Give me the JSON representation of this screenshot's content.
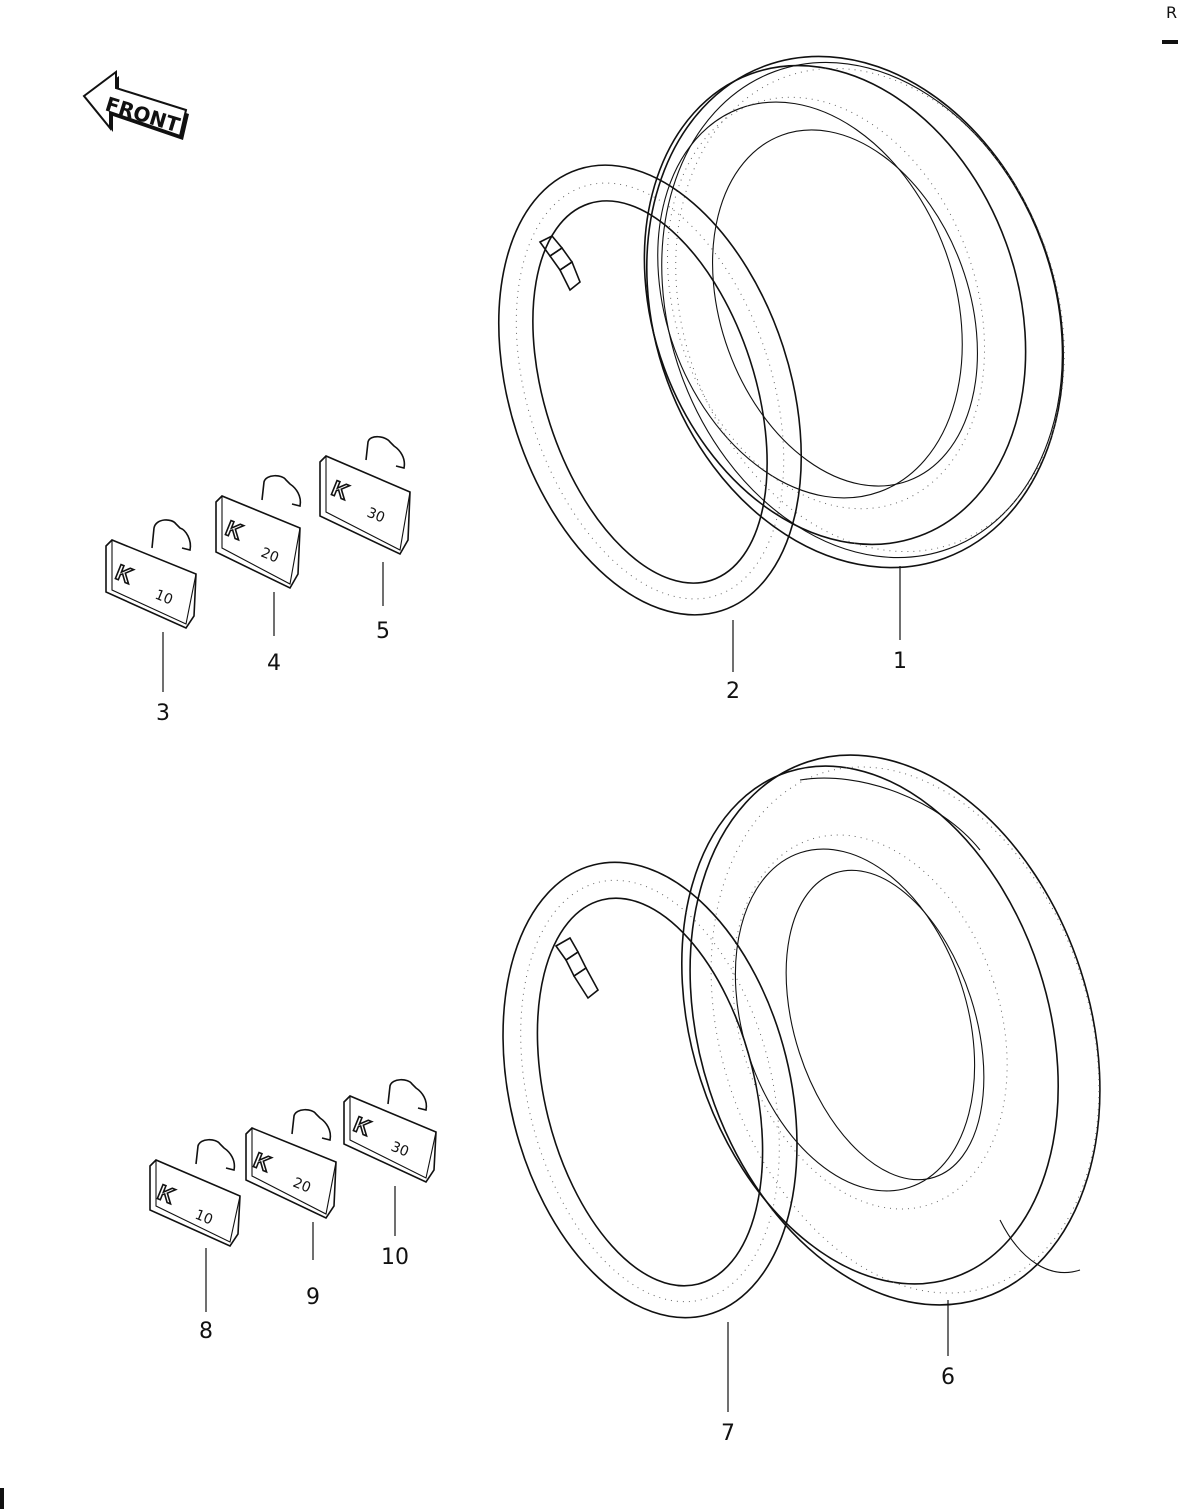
{
  "corner_marker": "R",
  "front_arrow": {
    "label": "FRONT"
  },
  "front_wheel": {
    "tire": {
      "callout": "1"
    },
    "tube": {
      "callout": "2"
    },
    "weights": [
      {
        "callout": "3",
        "marking": "K",
        "weight": "10"
      },
      {
        "callout": "4",
        "marking": "K",
        "weight": "20"
      },
      {
        "callout": "5",
        "marking": "K",
        "weight": "30"
      }
    ]
  },
  "rear_wheel": {
    "tire": {
      "callout": "6"
    },
    "tube": {
      "callout": "7"
    },
    "weights": [
      {
        "callout": "8",
        "marking": "K",
        "weight": "10"
      },
      {
        "callout": "9",
        "marking": "K",
        "weight": "20"
      },
      {
        "callout": "10",
        "marking": "K",
        "weight": "30"
      }
    ]
  }
}
